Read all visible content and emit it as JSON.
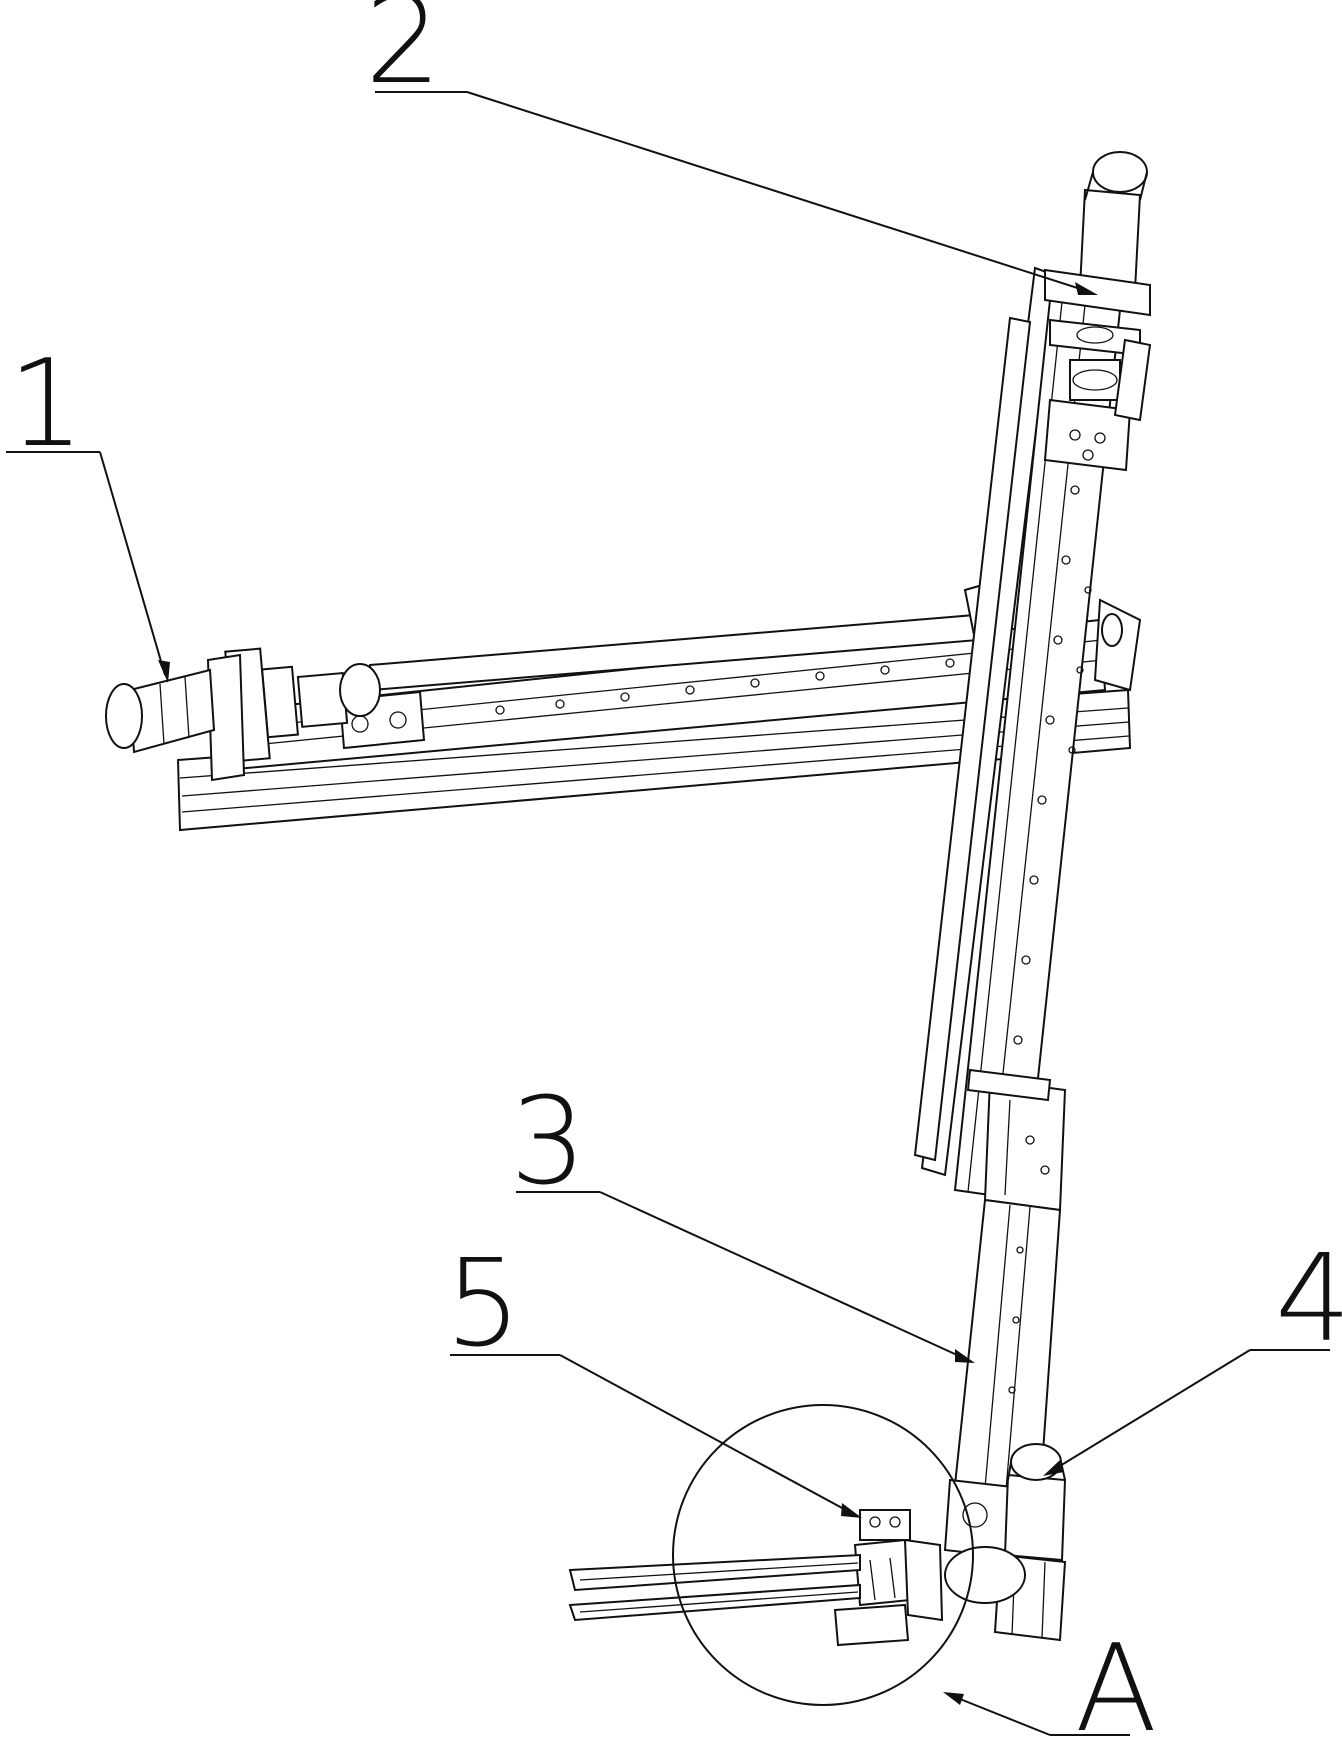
{
  "labels": [
    {
      "id": "1",
      "text": "1"
    },
    {
      "id": "2",
      "text": "2"
    },
    {
      "id": "3",
      "text": "3"
    },
    {
      "id": "4",
      "text": "4"
    },
    {
      "id": "5",
      "text": "5"
    },
    {
      "id": "A",
      "text": "A"
    }
  ],
  "colors": {
    "line": "#111111",
    "background": "#ffffff"
  }
}
